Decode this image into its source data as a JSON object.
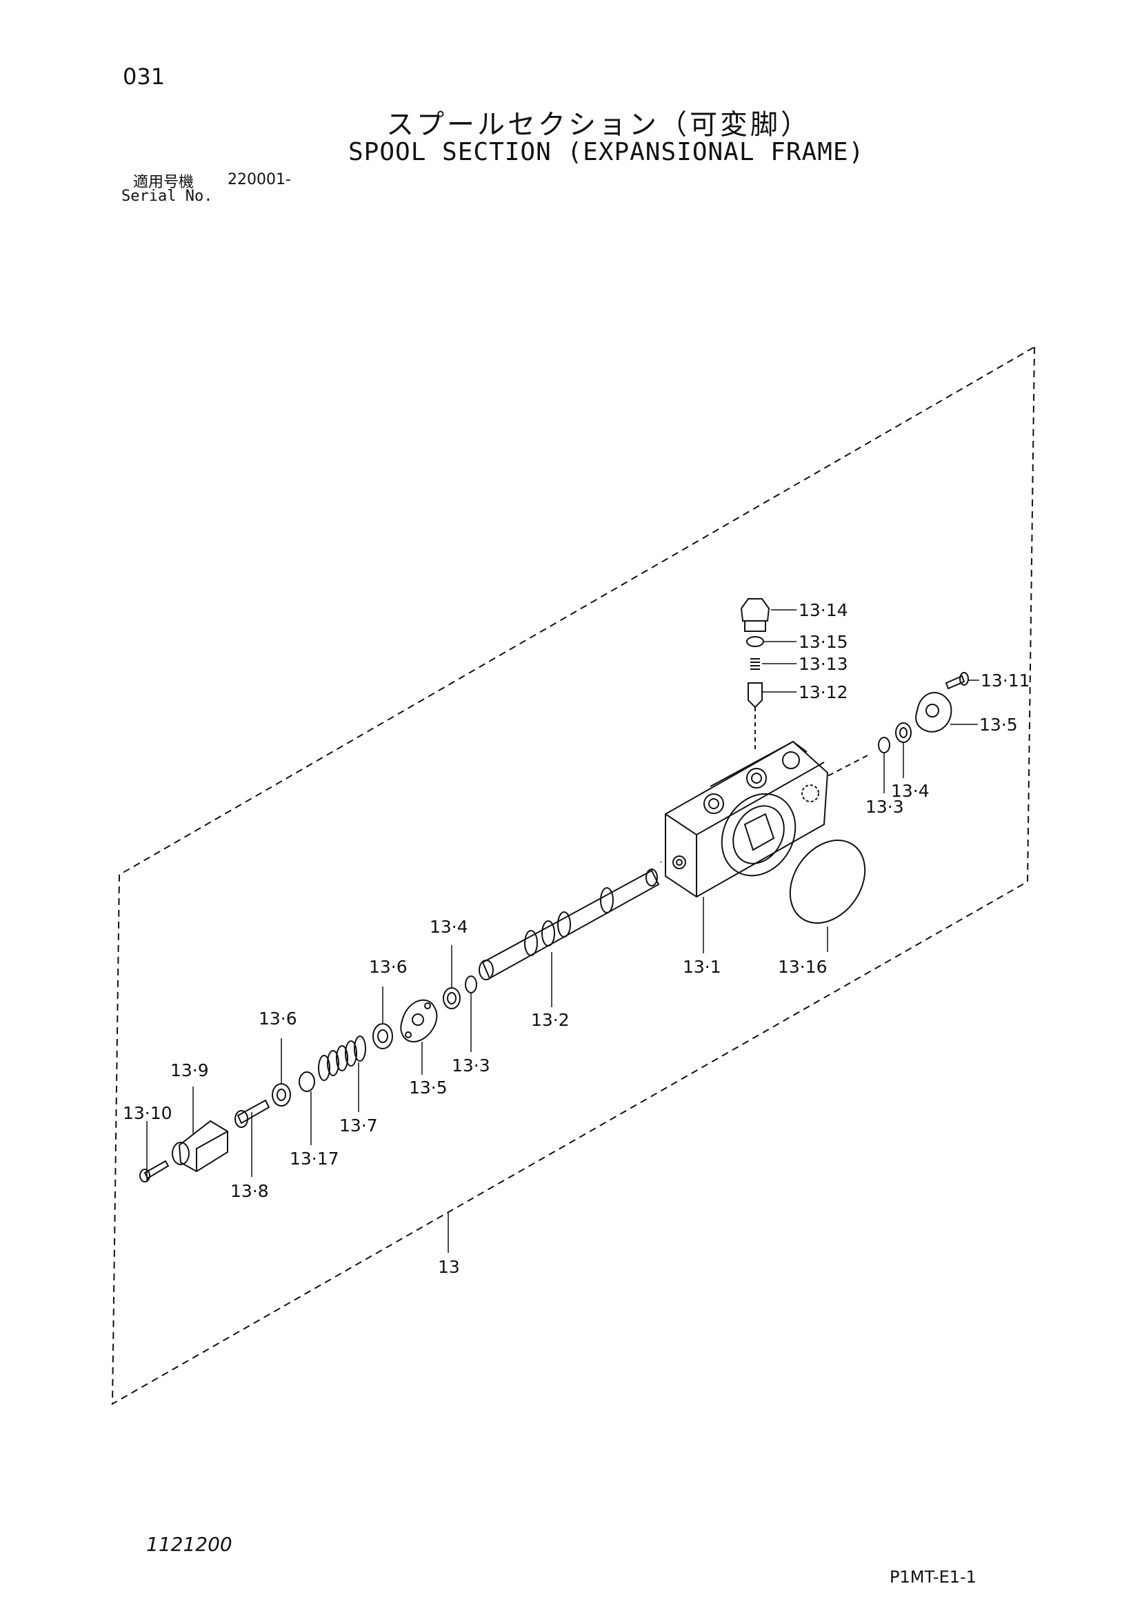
{
  "header": {
    "page_number": "031",
    "title_jp": "スプールセクション（可変脚）",
    "title_en": "SPOOL SECTION (EXPANSIONAL FRAME)",
    "serial_label_jp": "適用号機",
    "serial_value": "220001-",
    "serial_label_en": "Serial No."
  },
  "diagram": {
    "parts": [
      {
        "id": "p13",
        "label": "13"
      },
      {
        "id": "p13-1",
        "label": "13·1"
      },
      {
        "id": "p13-2",
        "label": "13·2"
      },
      {
        "id": "p13-3a",
        "label": "13·3"
      },
      {
        "id": "p13-3b",
        "label": "13·3"
      },
      {
        "id": "p13-4a",
        "label": "13·4"
      },
      {
        "id": "p13-4b",
        "label": "13·4"
      },
      {
        "id": "p13-5a",
        "label": "13·5"
      },
      {
        "id": "p13-5b",
        "label": "13·5"
      },
      {
        "id": "p13-6a",
        "label": "13·6"
      },
      {
        "id": "p13-6b",
        "label": "13·6"
      },
      {
        "id": "p13-7",
        "label": "13·7"
      },
      {
        "id": "p13-8",
        "label": "13·8"
      },
      {
        "id": "p13-9",
        "label": "13·9"
      },
      {
        "id": "p13-10",
        "label": "13·10"
      },
      {
        "id": "p13-11",
        "label": "13·11"
      },
      {
        "id": "p13-12",
        "label": "13·12"
      },
      {
        "id": "p13-13",
        "label": "13·13"
      },
      {
        "id": "p13-14",
        "label": "13·14"
      },
      {
        "id": "p13-15",
        "label": "13·15"
      },
      {
        "id": "p13-16",
        "label": "13·16"
      },
      {
        "id": "p13-17",
        "label": "13·17"
      }
    ]
  },
  "footer": {
    "doc_code": "1121200",
    "page_code": "P1MT-E1-1"
  }
}
